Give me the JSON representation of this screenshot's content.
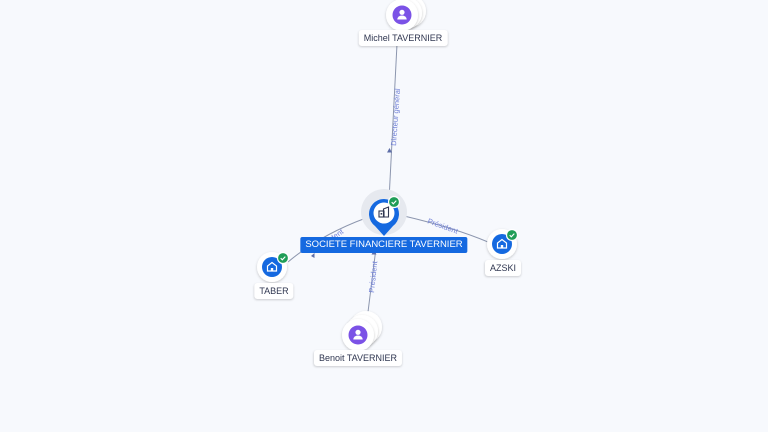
{
  "colors": {
    "accent": "#1569e0",
    "person": "#7b52e6",
    "verified": "#1f9d57",
    "edge": "#8c96ae",
    "edge_label": "#6f7fd6"
  },
  "nodes": {
    "main": {
      "label": "SOCIETE FINANCIERE TAVERNIER",
      "icon": "building-icon",
      "verified": true
    },
    "michel": {
      "label": "Michel TAVERNIER",
      "icon": "person-icon"
    },
    "benoit": {
      "label": "Benoit TAVERNIER",
      "icon": "person-icon"
    },
    "taber": {
      "label": "TABER",
      "icon": "building-icon",
      "verified": true
    },
    "azski": {
      "label": "AZSKI",
      "icon": "building-icon",
      "verified": true
    }
  },
  "edges": {
    "michel_main": "Directeur général",
    "benoit_main": "Président",
    "main_azski": "Président",
    "main_taber": "Président"
  }
}
